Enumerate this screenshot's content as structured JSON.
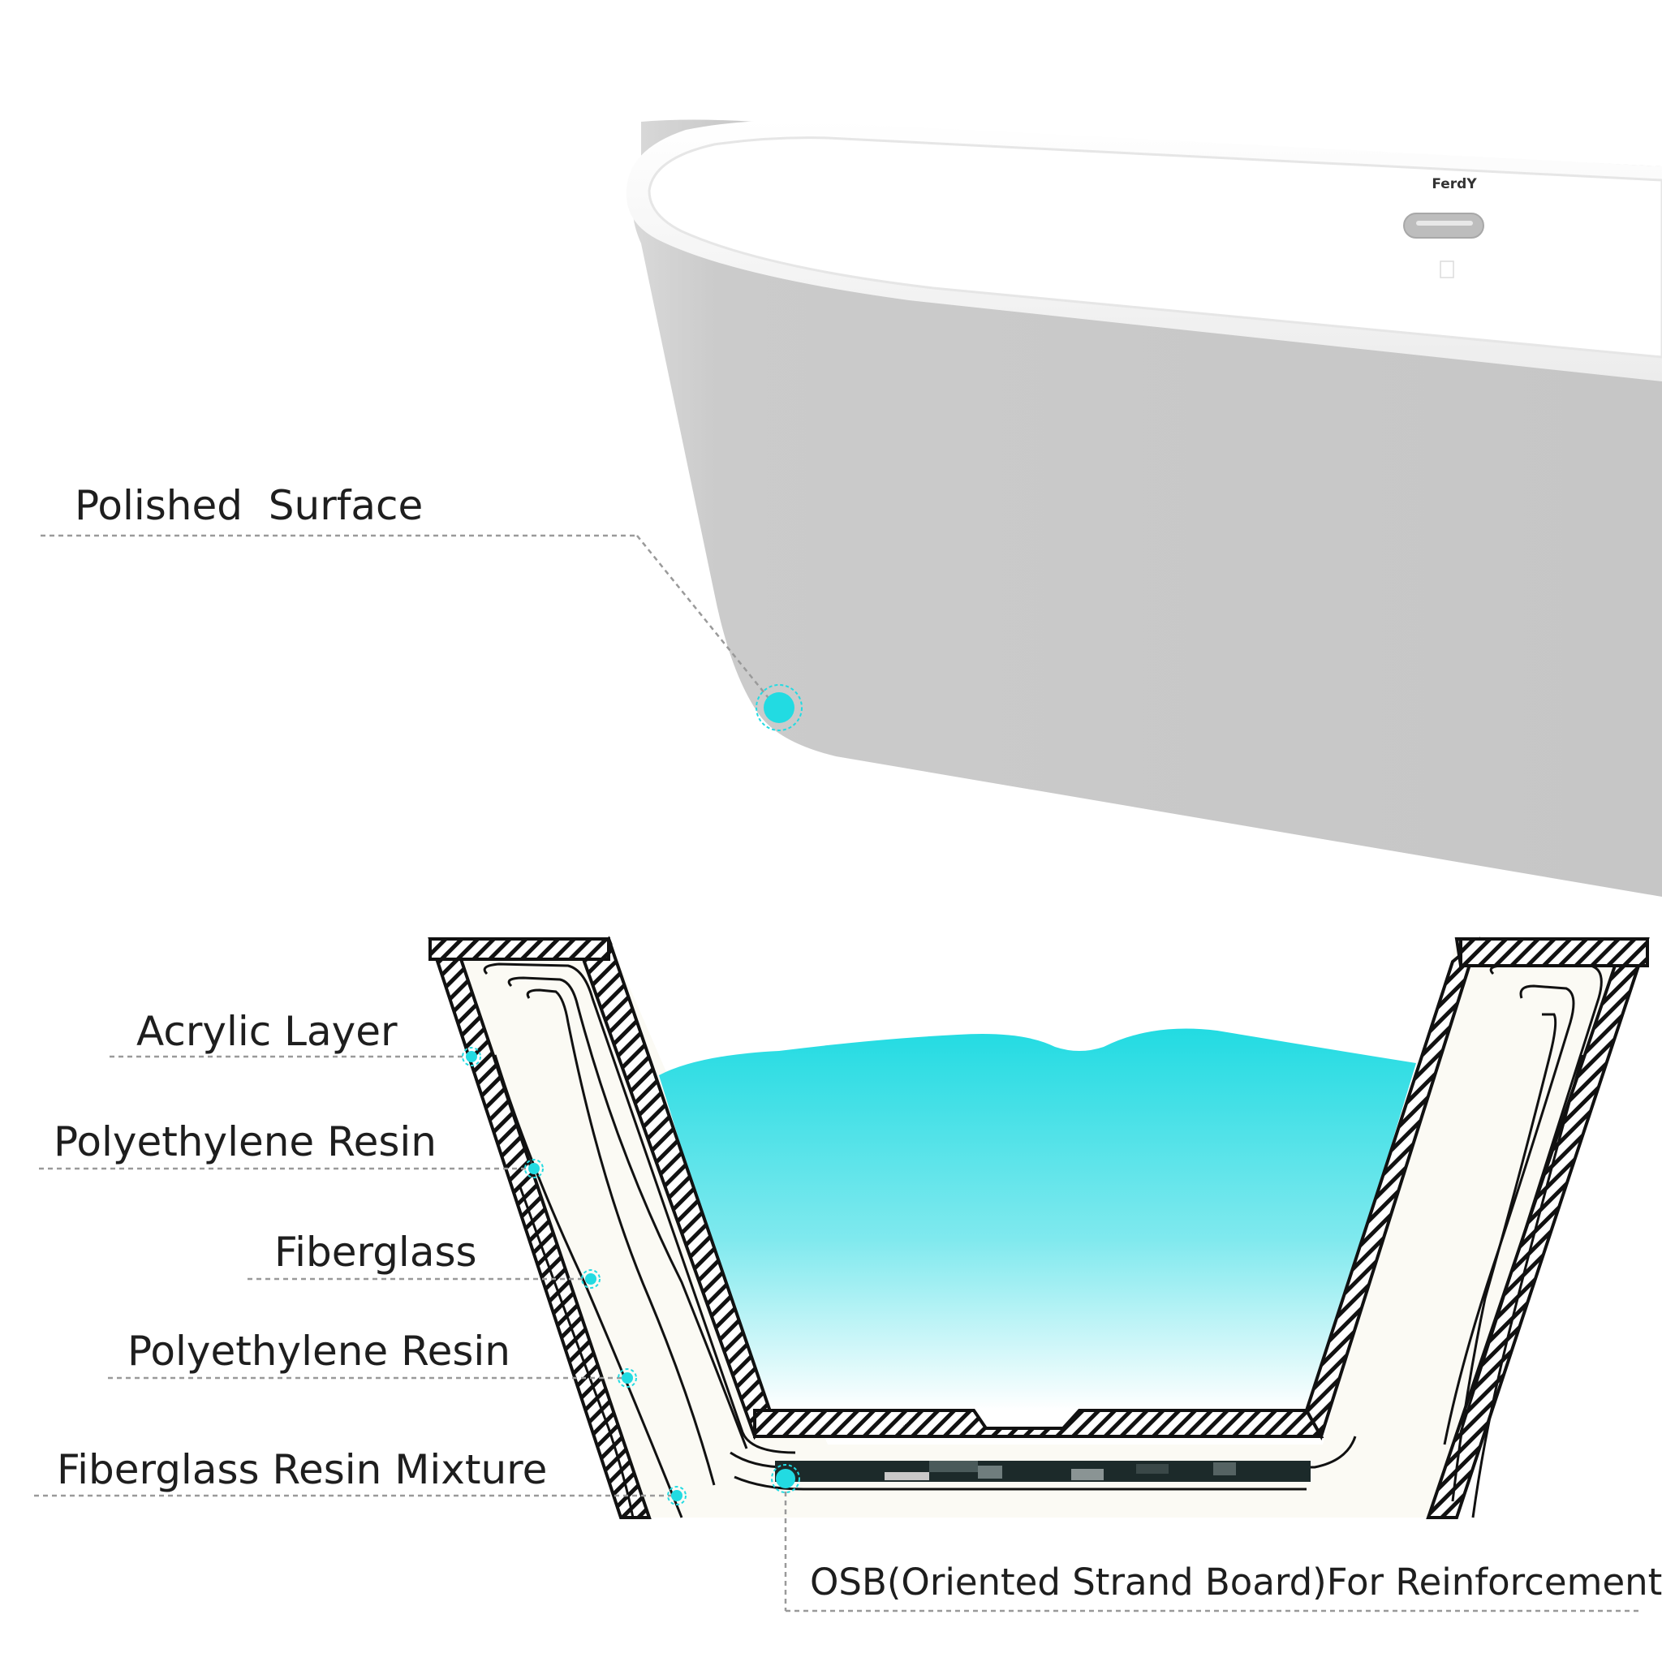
{
  "brand": {
    "logo_text": "FerdY"
  },
  "labels": {
    "polished_surface": "Polished  Surface",
    "acrylic_layer": "Acrylic Layer",
    "polyethylene_resin_1": "Polyethylene Resin",
    "fiberglass": "Fiberglass",
    "polyethylene_resin_2": "Polyethylene Resin",
    "fiberglass_resin_mixture": "Fiberglass Resin Mixture",
    "osb": "OSB(Oriented Strand Board)For Reinforcement"
  },
  "colors": {
    "accent": "#22dbe2",
    "water_top": "#22dbe2",
    "water_bottom": "#ffffff",
    "tub_body": "#cbcbcb",
    "tub_rim": "#f1f1f1",
    "leader": "#9a9a9a",
    "shell_fill": "#fbfaf4",
    "hatch": "#111111"
  },
  "icons": {
    "marker": "cyan-dot-icon",
    "overflow_drain": "overflow-drain-icon"
  }
}
